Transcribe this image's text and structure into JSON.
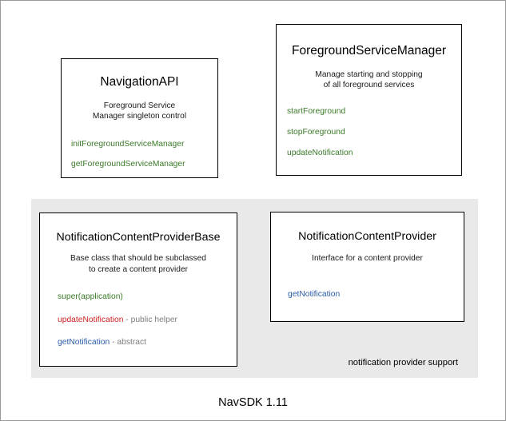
{
  "diagram": {
    "footer_label": "NavSDK 1.11",
    "panel": {
      "caption": "notification provider support",
      "background_color": "#e9e9e9"
    },
    "colors": {
      "member_green": "#3a7a28",
      "member_red": "#cc2222",
      "member_blue": "#2a5caa",
      "note_gray": "#7d7d7d",
      "border": "#000000",
      "canvas": "#ffffff"
    },
    "boxes": [
      {
        "id": "navigation-api",
        "title": "NavigationAPI",
        "desc_lines": [
          "Foreground Service",
          "Manager singleton control"
        ],
        "members": [
          {
            "name": "initForegroundServiceManager",
            "color": "green",
            "note": ""
          },
          {
            "name": "getForegroundServiceManager",
            "color": "green",
            "note": ""
          }
        ]
      },
      {
        "id": "foreground-service-manager",
        "title": "ForegroundServiceManager",
        "desc_lines": [
          "Manage starting and stopping",
          "of all foreground services"
        ],
        "members": [
          {
            "name": "startForeground",
            "color": "green",
            "note": ""
          },
          {
            "name": "stopForeground",
            "color": "green",
            "note": ""
          },
          {
            "name": "updateNotification",
            "color": "green",
            "note": ""
          }
        ]
      },
      {
        "id": "notification-content-provider-base",
        "title": "NotificationContentProviderBase",
        "desc_lines": [
          "Base class that should be subclassed",
          "to create a content provider"
        ],
        "members": [
          {
            "name": "super(application)",
            "color": "green",
            "note": ""
          },
          {
            "name": "updateNotification",
            "color": "red",
            "note": " - public helper"
          },
          {
            "name": "getNotification",
            "color": "blue",
            "note": " - abstract"
          }
        ]
      },
      {
        "id": "notification-content-provider",
        "title": "NotificationContentProvider",
        "desc_lines": [
          "Interface for a content provider"
        ],
        "members": [
          {
            "name": "getNotification",
            "color": "blue",
            "note": ""
          }
        ]
      }
    ]
  }
}
